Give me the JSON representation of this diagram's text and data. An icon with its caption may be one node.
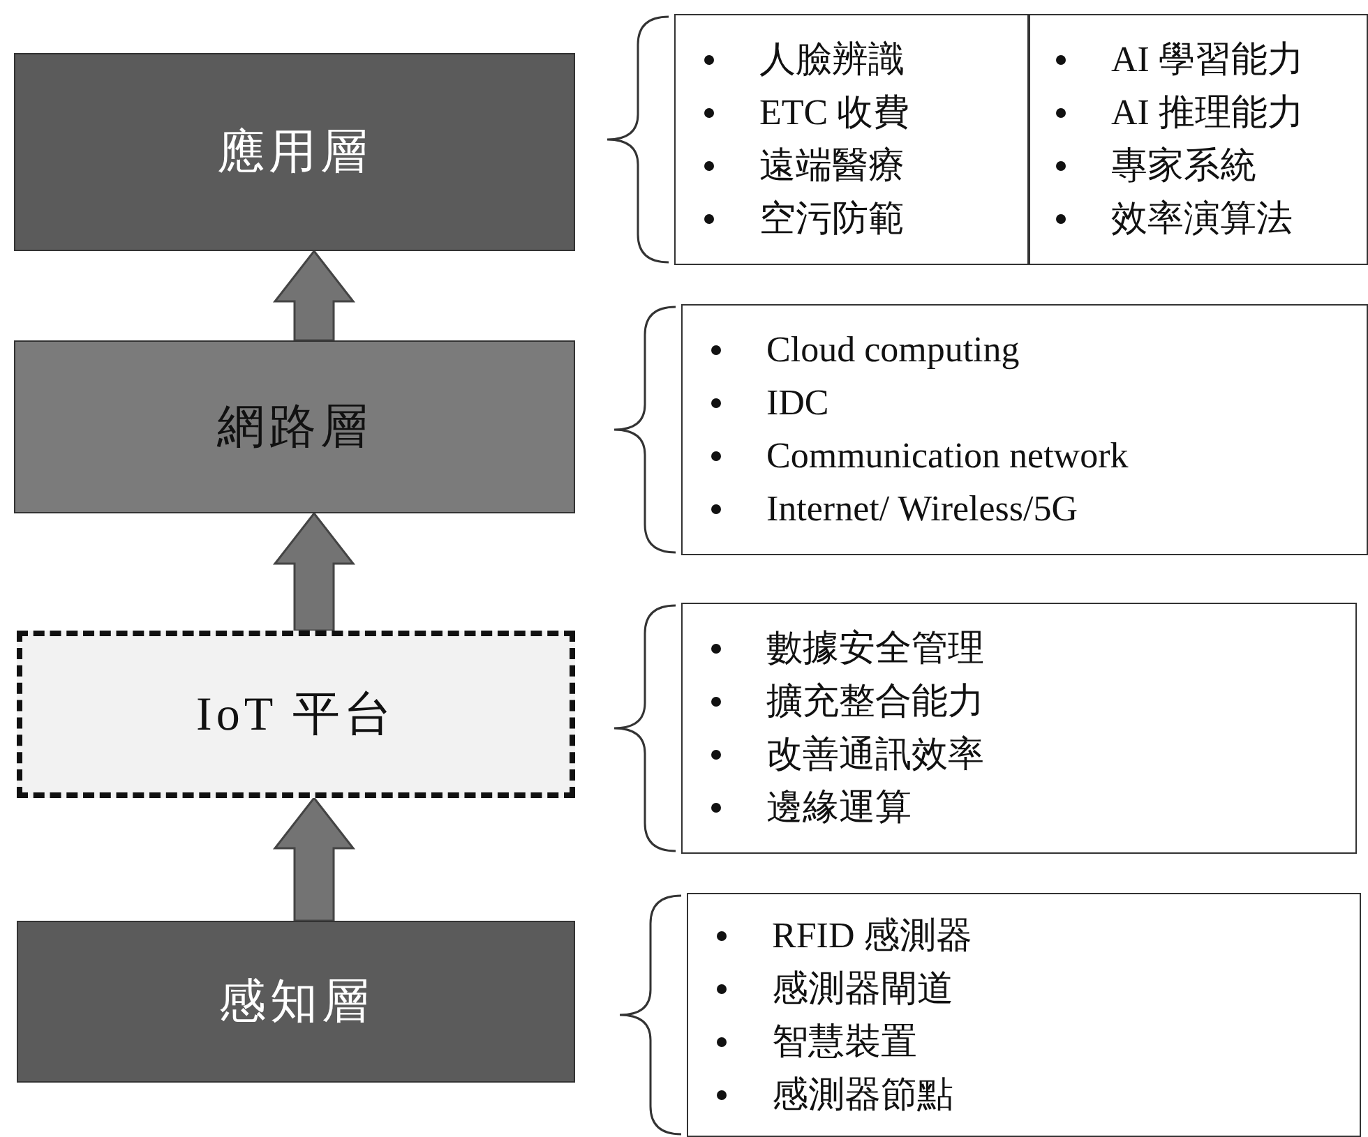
{
  "diagram": {
    "nodes": [
      {
        "text": [
          "應用層"
        ]
      },
      {
        "text": [
          "網路層"
        ]
      },
      {
        "text": [
          "IoT 平台"
        ]
      },
      {
        "text": [
          "感知層"
        ]
      },
      {
        "text": [
          "人臉辨識",
          "ETC 收費",
          "遠端醫療",
          "空污防範",
          "AI 學習能力",
          "AI 推理能力",
          "專家系統",
          "效率演算法"
        ]
      },
      {
        "text": [
          "Cloud computing",
          "IDC",
          "Communication network",
          "Internet/ Wireless/5G"
        ]
      },
      {
        "text": [
          "數據安全管理",
          "擴充整合能力",
          "改善通訊效率",
          "邊緣運算"
        ]
      },
      {
        "text": [
          "RFID 感測器",
          "感測器閘道",
          "智慧裝置",
          "感測器節點"
        ]
      }
    ],
    "edges": [
      {
        "from": 1,
        "to": 0,
        "arrow": "to"
      },
      {
        "from": 2,
        "to": 1,
        "arrow": "to"
      },
      {
        "from": 3,
        "to": 2,
        "arrow": "to"
      }
    ]
  }
}
